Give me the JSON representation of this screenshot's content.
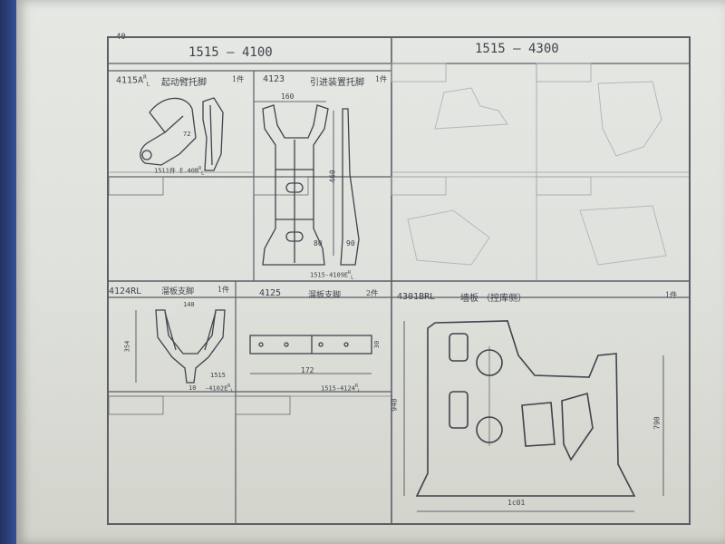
{
  "page": {
    "number": "40"
  },
  "sections": {
    "left_header": "1515 — 4100",
    "right_header": "1515 — 4300"
  },
  "parts": {
    "p4115": {
      "code": "4115A",
      "sup": "R",
      "sub": "L",
      "name": "起动臂托脚",
      "qty": "1件",
      "bottom_note": "1511件 E.40B",
      "bottom_sup": "R",
      "bottom_sub": "L"
    },
    "p4123": {
      "code": "4123",
      "name": "引进装置托脚",
      "qty": "1件",
      "dim_top": "160",
      "dim_height": "460",
      "dim_side": "80",
      "dim_right": "90",
      "note": "1515-4109E",
      "note_sup": "R",
      "note_sub": "L"
    },
    "p4124": {
      "code": "4124RL",
      "name": "溜板支脚",
      "qty": "1件",
      "dim_top": "140",
      "dim_height": "354",
      "dim_bottom": "10",
      "note_a": "1515",
      "note_b": "-4102E",
      "note_sup": "R",
      "note_sub": "L"
    },
    "p4125": {
      "code": "4125",
      "name": "溜板支脚",
      "qty": "2件",
      "dim_length": "172",
      "dim_height": "30",
      "note": "1515-4124",
      "note_sup": "R",
      "note_sub": "L"
    },
    "p4301": {
      "code": "4301BRL",
      "name": "墙板 （控库侧）",
      "qty": "1件",
      "dim_height": "948",
      "dim_inner": "790",
      "dim_width": "1c01"
    }
  }
}
